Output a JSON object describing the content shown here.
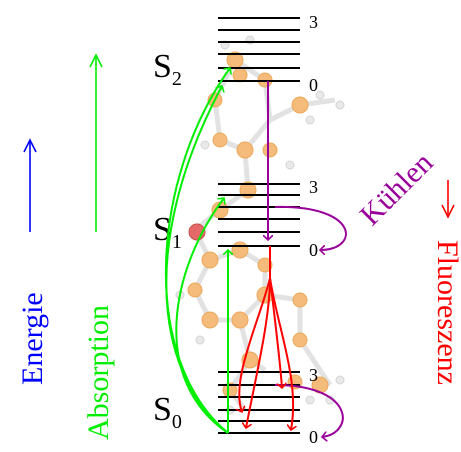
{
  "levels": {
    "s0": {
      "label": "S",
      "sub": "0",
      "top_number": "3",
      "bottom_number": "0"
    },
    "s1": {
      "label": "S",
      "sub": "1",
      "top_number": "3",
      "bottom_number": "0"
    },
    "s2": {
      "label": "S",
      "sub": "2",
      "top_number": "3",
      "bottom_number": "0"
    }
  },
  "labels": {
    "energy": "Energie",
    "absorption": "Absorption",
    "cooling": "Kühlen",
    "fluorescence": "Fluoreszenz"
  },
  "colors": {
    "energy": "#0000ff",
    "absorption": "#00ee00",
    "cooling": "#990099",
    "fluorescence": "#ff0000",
    "level_line": "#000000",
    "molecule_atom": "#f4b063",
    "molecule_hetero": "#e05050"
  }
}
